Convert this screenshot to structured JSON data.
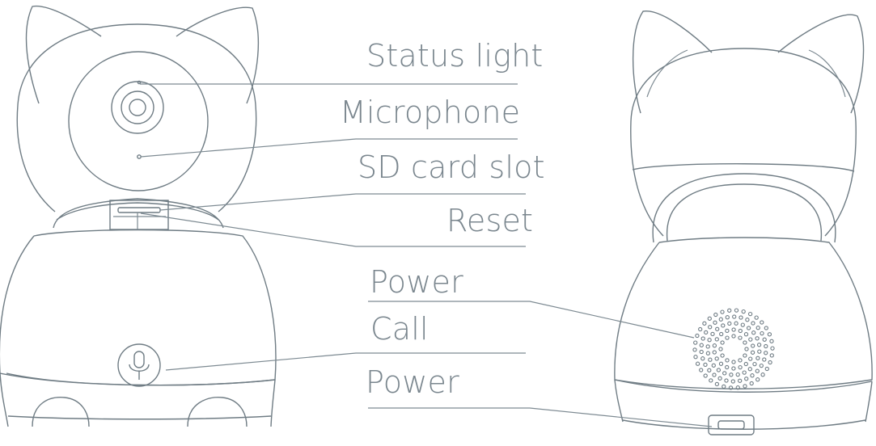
{
  "labels": {
    "status_light": "Status light",
    "microphone": "Microphone",
    "sd_card_slot": "SD card slot",
    "reset": "Reset",
    "power_top": "Power",
    "call": "Call",
    "power_bottom": "Power"
  },
  "colors": {
    "line": "#6f7c84",
    "text": "#7a868e",
    "background": "#ffffff"
  }
}
